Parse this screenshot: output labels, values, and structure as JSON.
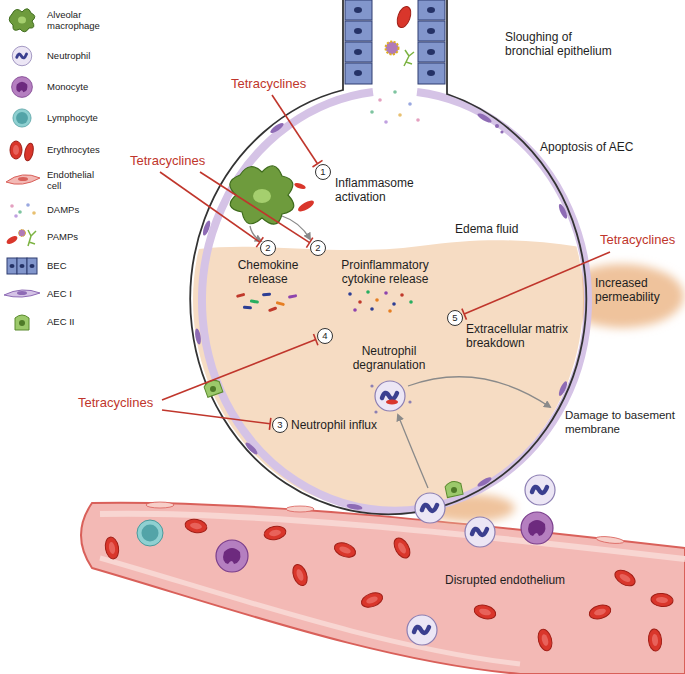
{
  "diagram": {
    "labels": [
      "Tetracyclines",
      "Sloughing of bronchial epithelium",
      "1",
      "Inflammasome activation",
      "Apoptosis of AEC",
      "Tetracyclines",
      "2",
      "2",
      "Chemokine release",
      "Proinflammatory cytokine release",
      "Edema fluid",
      "Tetracyclines",
      "5",
      "Extracellular matrix breakdown",
      "Increased permeability",
      "4",
      "Neutrophil degranulation",
      "Tetracyclines",
      "Damage to basement membrane",
      "3",
      "Neutrophil influx",
      "Disrupted endothelium"
    ],
    "legend": [
      {
        "text": "Alveolar macrophage"
      },
      {
        "text": "Neutrophil"
      },
      {
        "text": "Monocyte"
      },
      {
        "text": "Lymphocyte"
      },
      {
        "text": "Erythrocytes"
      },
      {
        "text": "Endothelial cell"
      },
      {
        "text": "DAMPs"
      },
      {
        "text": "PAMPs"
      },
      {
        "text": "BEC"
      },
      {
        "text": "AEC I"
      },
      {
        "text": "AEC II"
      }
    ]
  }
}
